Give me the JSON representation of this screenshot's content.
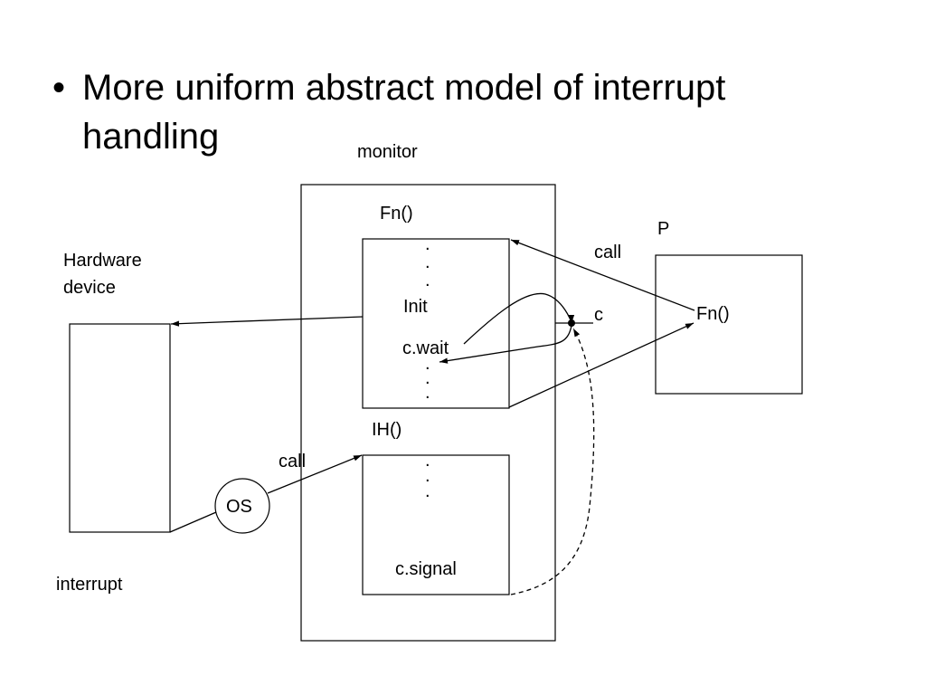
{
  "slide": {
    "bullet_marker": "•",
    "bullet_text": "More uniform abstract model of interrupt handling"
  },
  "diagram": {
    "monitor_label": "monitor",
    "fn_label": "Fn()",
    "dots": ".",
    "init_label": "Init",
    "wait_label": "c.wait",
    "ih_label": "IH()",
    "signal_label": "c.signal",
    "p_label": "P",
    "p_fn_label": "Fn()",
    "call_label_top": "call",
    "call_label_os": "call",
    "c_label": "c",
    "hardware_line1": "Hardware",
    "hardware_line2": "device",
    "os_label": "OS",
    "interrupt_label": "interrupt"
  }
}
